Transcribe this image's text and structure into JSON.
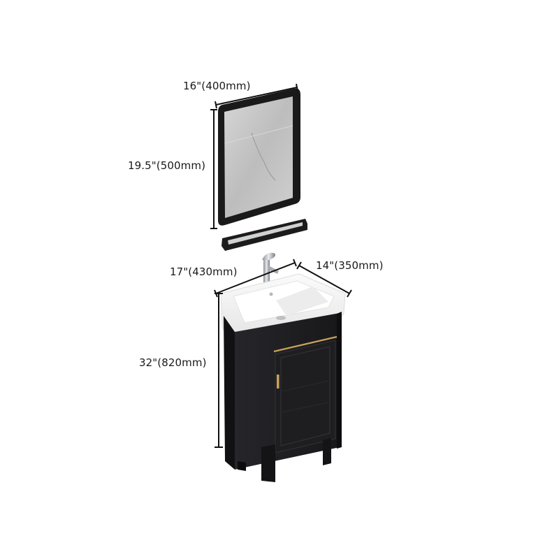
{
  "diagram": {
    "type": "product-dimension-diagram",
    "subject": "Bathroom vanity set with mirror and shelf",
    "colors": {
      "background": "#ffffff",
      "cabinet": "#1c1c1e",
      "frame": "#1a1a1a",
      "mirror_glass": "#c9c9c9",
      "ceramic": "#f4f4f4",
      "gold_trim": "#c8a25a",
      "dimension_line": "#111111"
    },
    "dimensions": {
      "mirror_width": "16\"(400mm)",
      "mirror_height": "19.5\"(500mm)",
      "vanity_width": "17\"(430mm)",
      "vanity_depth": "14\"(350mm)",
      "vanity_height": "32\"(820mm)"
    }
  }
}
